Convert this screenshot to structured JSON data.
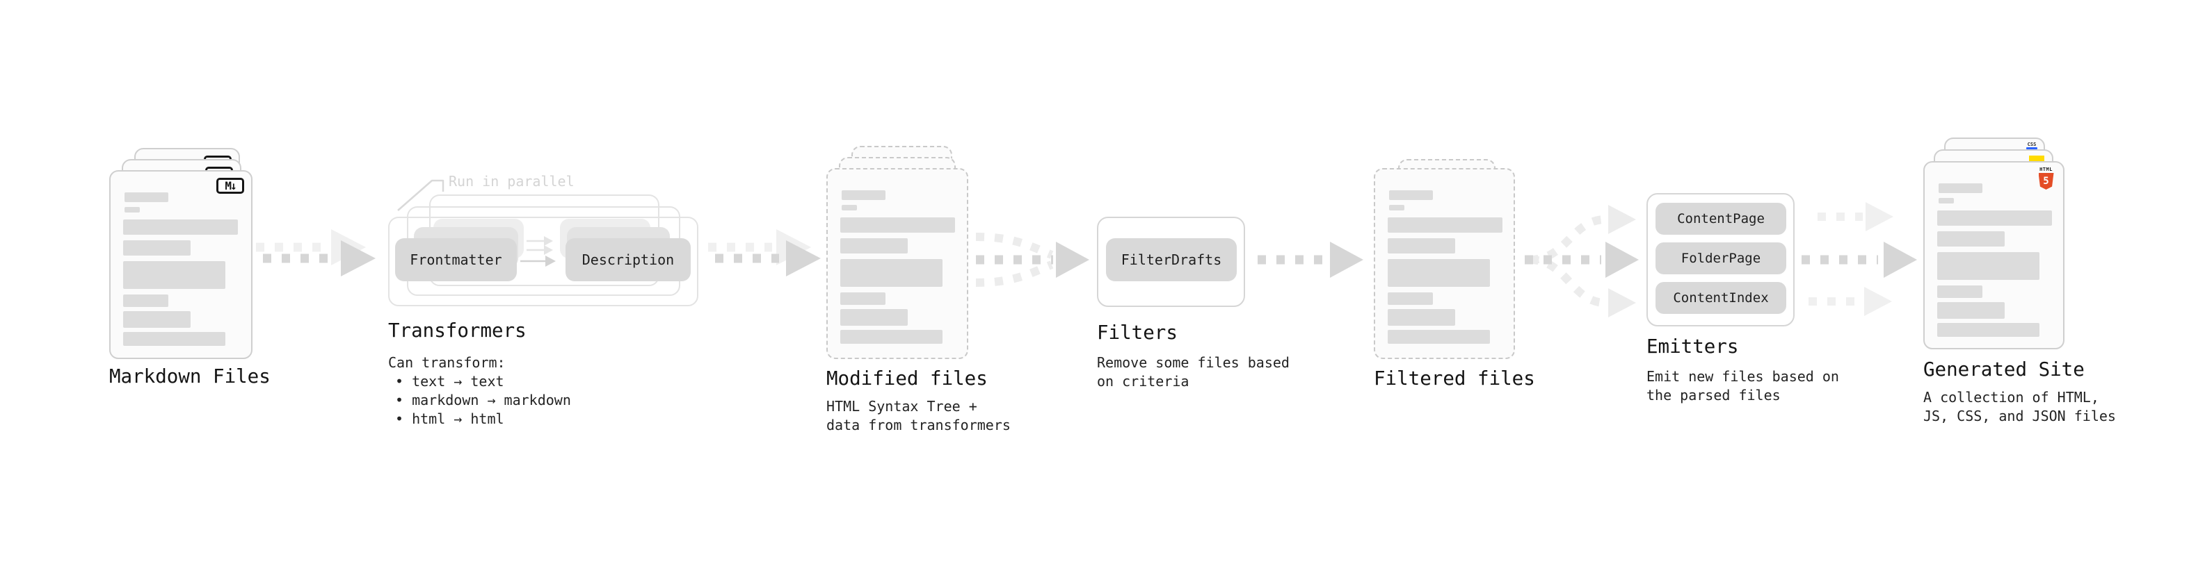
{
  "stations": {
    "markdown": {
      "label": "Markdown Files",
      "badge": "M↓"
    },
    "transformers": {
      "label": "Transformers",
      "note": "Run in parallel",
      "left_chip": "Frontmatter",
      "right_chip": "Description",
      "desc_heading": "Can transform:",
      "bullets": [
        "• text → text",
        "• markdown → markdown",
        "• html → html"
      ]
    },
    "modified": {
      "label": "Modified files",
      "desc_line1": "HTML Syntax Tree +",
      "desc_line2": "data from transformers"
    },
    "filters": {
      "label": "Filters",
      "chip": "FilterDrafts",
      "desc_line1": "Remove some files based",
      "desc_line2": "on criteria"
    },
    "filtered": {
      "label": "Filtered files"
    },
    "emitters": {
      "label": "Emitters",
      "chips": [
        "ContentPage",
        "FolderPage",
        "ContentIndex"
      ],
      "desc_line1": "Emit new files based on",
      "desc_line2": "the parsed files"
    },
    "generated": {
      "label": "Generated Site",
      "desc_line1": "A collection of HTML,",
      "desc_line2": "JS, CSS, and JSON files",
      "css_badge": "CSS",
      "html_badge_word": "HTML",
      "html_badge_number": "5"
    }
  },
  "colors": {
    "ink": "#1b1b1b",
    "chip_fill": "#d9d9d9",
    "doc_border": "#cfcfcf",
    "doc_fill": "#fbfbfb",
    "bar_fill": "#dcdcdc",
    "arrow_strong": "#d6d6d6",
    "arrow_faint": "#efefef",
    "note_gray": "#d4d4d4",
    "html5_orange": "#e44d26",
    "js_yellow": "#ffdb00",
    "css_blue": "#2962ff"
  }
}
